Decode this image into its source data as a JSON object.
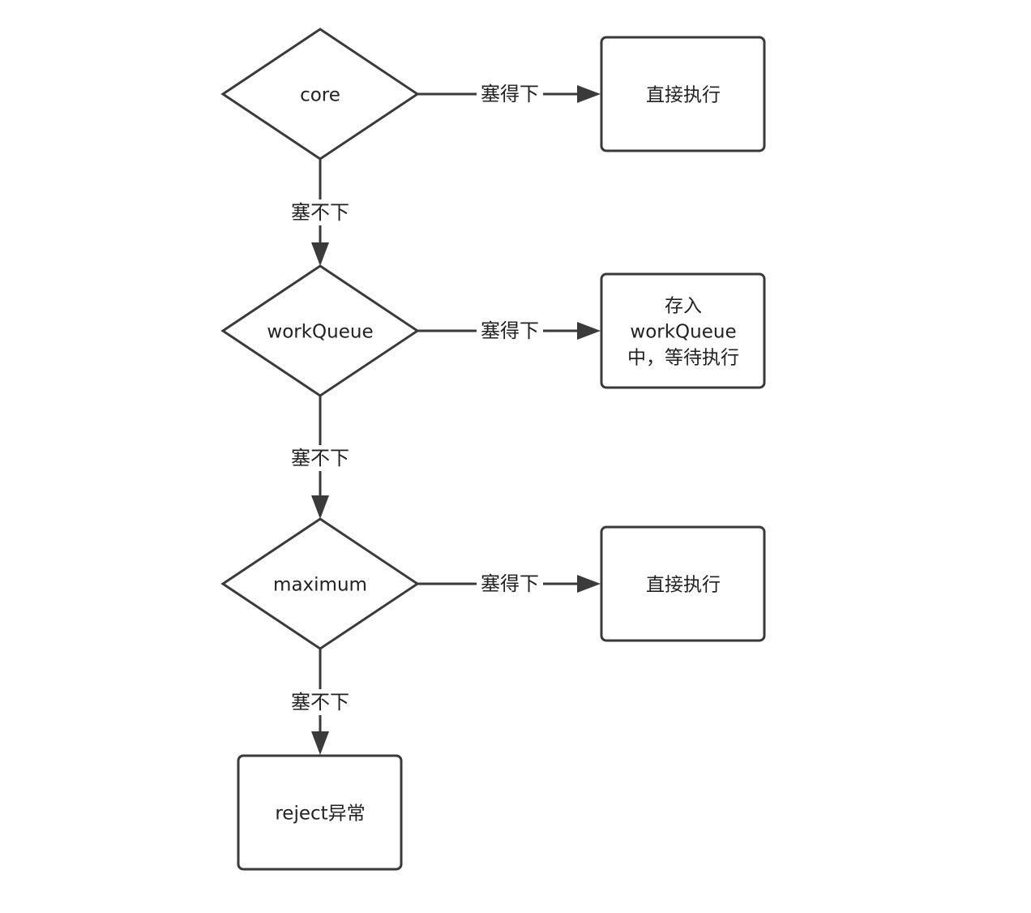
{
  "diagram": {
    "decisions": [
      {
        "id": "core",
        "label": "core"
      },
      {
        "id": "workQueue",
        "label": "workQueue"
      },
      {
        "id": "maximum",
        "label": "maximum"
      }
    ],
    "outcomes": [
      {
        "id": "direct-1",
        "lines": [
          "直接执行"
        ]
      },
      {
        "id": "queue",
        "lines": [
          "存入",
          "workQueue",
          "中，等待执行"
        ]
      },
      {
        "id": "direct-2",
        "lines": [
          "直接执行"
        ]
      },
      {
        "id": "reject",
        "lines": [
          "reject异常"
        ]
      }
    ],
    "edges": [
      {
        "from": "core",
        "to": "direct-1",
        "label": "塞得下"
      },
      {
        "from": "core",
        "to": "workQueue",
        "label": "塞不下"
      },
      {
        "from": "workQueue",
        "to": "queue",
        "label": "塞得下"
      },
      {
        "from": "workQueue",
        "to": "maximum",
        "label": "塞不下"
      },
      {
        "from": "maximum",
        "to": "direct-2",
        "label": "塞得下"
      },
      {
        "from": "maximum",
        "to": "reject",
        "label": "塞不下"
      }
    ]
  }
}
